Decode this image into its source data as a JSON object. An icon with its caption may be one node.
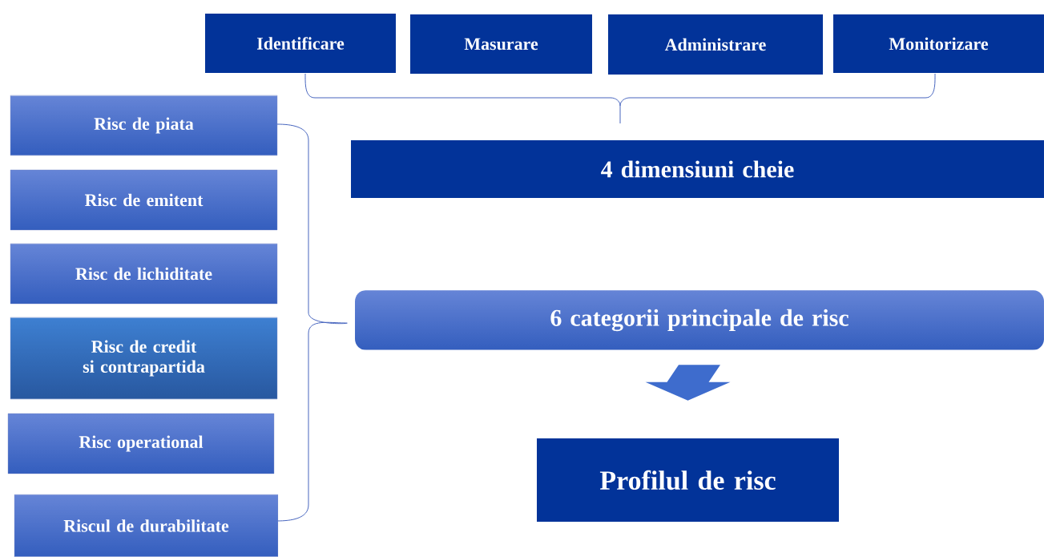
{
  "diagram": {
    "nodes": [
      {
        "text": [
          "Identificare"
        ]
      },
      {
        "text": [
          "Masurare"
        ]
      },
      {
        "text": [
          "Administrare"
        ]
      },
      {
        "text": [
          "Monitorizare"
        ]
      },
      {
        "text": [
          "4 dimensiuni cheie"
        ]
      },
      {
        "text": [
          "Risc de piata"
        ]
      },
      {
        "text": [
          "Risc de emitent"
        ]
      },
      {
        "text": [
          "Risc de lichiditate"
        ]
      },
      {
        "text": [
          "Risc de credit si contrapartida"
        ]
      },
      {
        "text": [
          "Risc operational"
        ]
      },
      {
        "text": [
          "Riscul de durabilitate"
        ]
      },
      {
        "text": [
          "6  categorii principale de risc"
        ]
      },
      {
        "text": [
          "Profilul de risc"
        ]
      }
    ],
    "edges": [
      {
        "from": 11,
        "to": 12,
        "arrow": "to"
      }
    ]
  }
}
